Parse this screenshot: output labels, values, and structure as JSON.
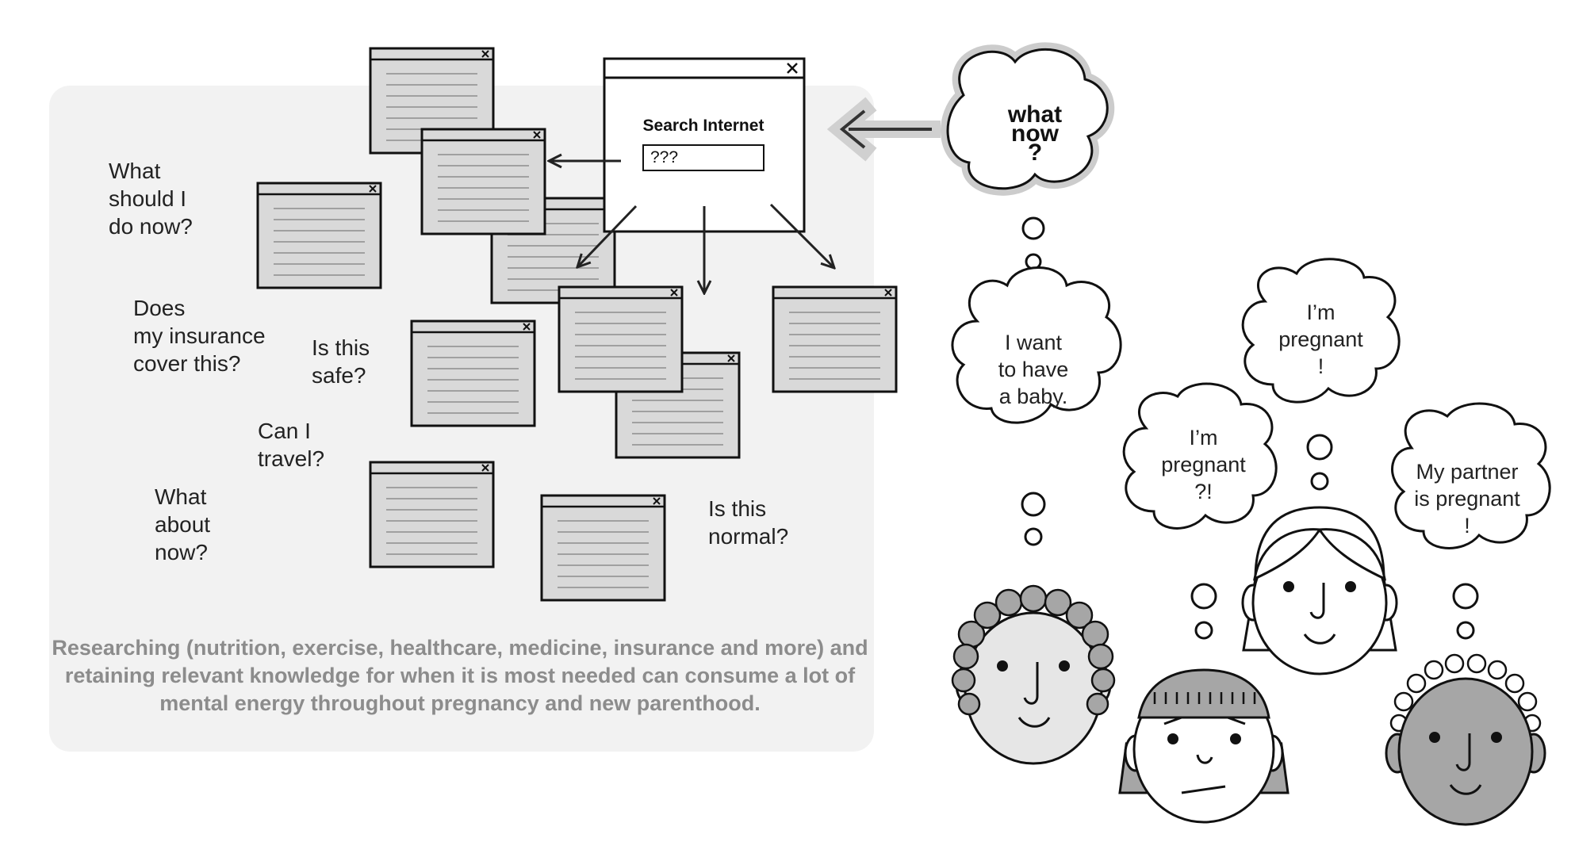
{
  "search_window": {
    "title": "Search Internet",
    "query": "???"
  },
  "questions": [
    {
      "id": "what-should-i-do-now",
      "text": "What\nshould I\ndo now?"
    },
    {
      "id": "does-insurance-cover",
      "text": "Does\nmy insurance\ncover this?"
    },
    {
      "id": "is-this-safe",
      "text": "Is this\nsafe?"
    },
    {
      "id": "can-i-travel",
      "text": "Can I\ntravel?"
    },
    {
      "id": "what-about-now",
      "text": "What\nabout\nnow?"
    },
    {
      "id": "is-this-normal",
      "text": "Is this\nnormal?"
    }
  ],
  "caption": "Researching (nutrition, exercise, healthcare, medicine, insurance and more) and retaining relevant knowledge for when it is most needed can consume a lot of mental energy throughout pregnancy and new parenthood.",
  "thought_bubbles": {
    "what_now": [
      "what",
      "now",
      "?"
    ],
    "want_baby": "I want\nto have\na baby.",
    "pregnant_question": "I’m\npregnant\n?!",
    "pregnant": "I’m\npregnant\n!",
    "partner_pregnant": "My partner\nis pregnant\n!"
  },
  "colors": {
    "panel": "#f2f2f2",
    "window_fill": "#d9d9d9",
    "face_light": "#e6e6e6",
    "face_dark": "#a6a6a6",
    "hair_dark": "#808080",
    "caption": "#8c8c8c"
  }
}
